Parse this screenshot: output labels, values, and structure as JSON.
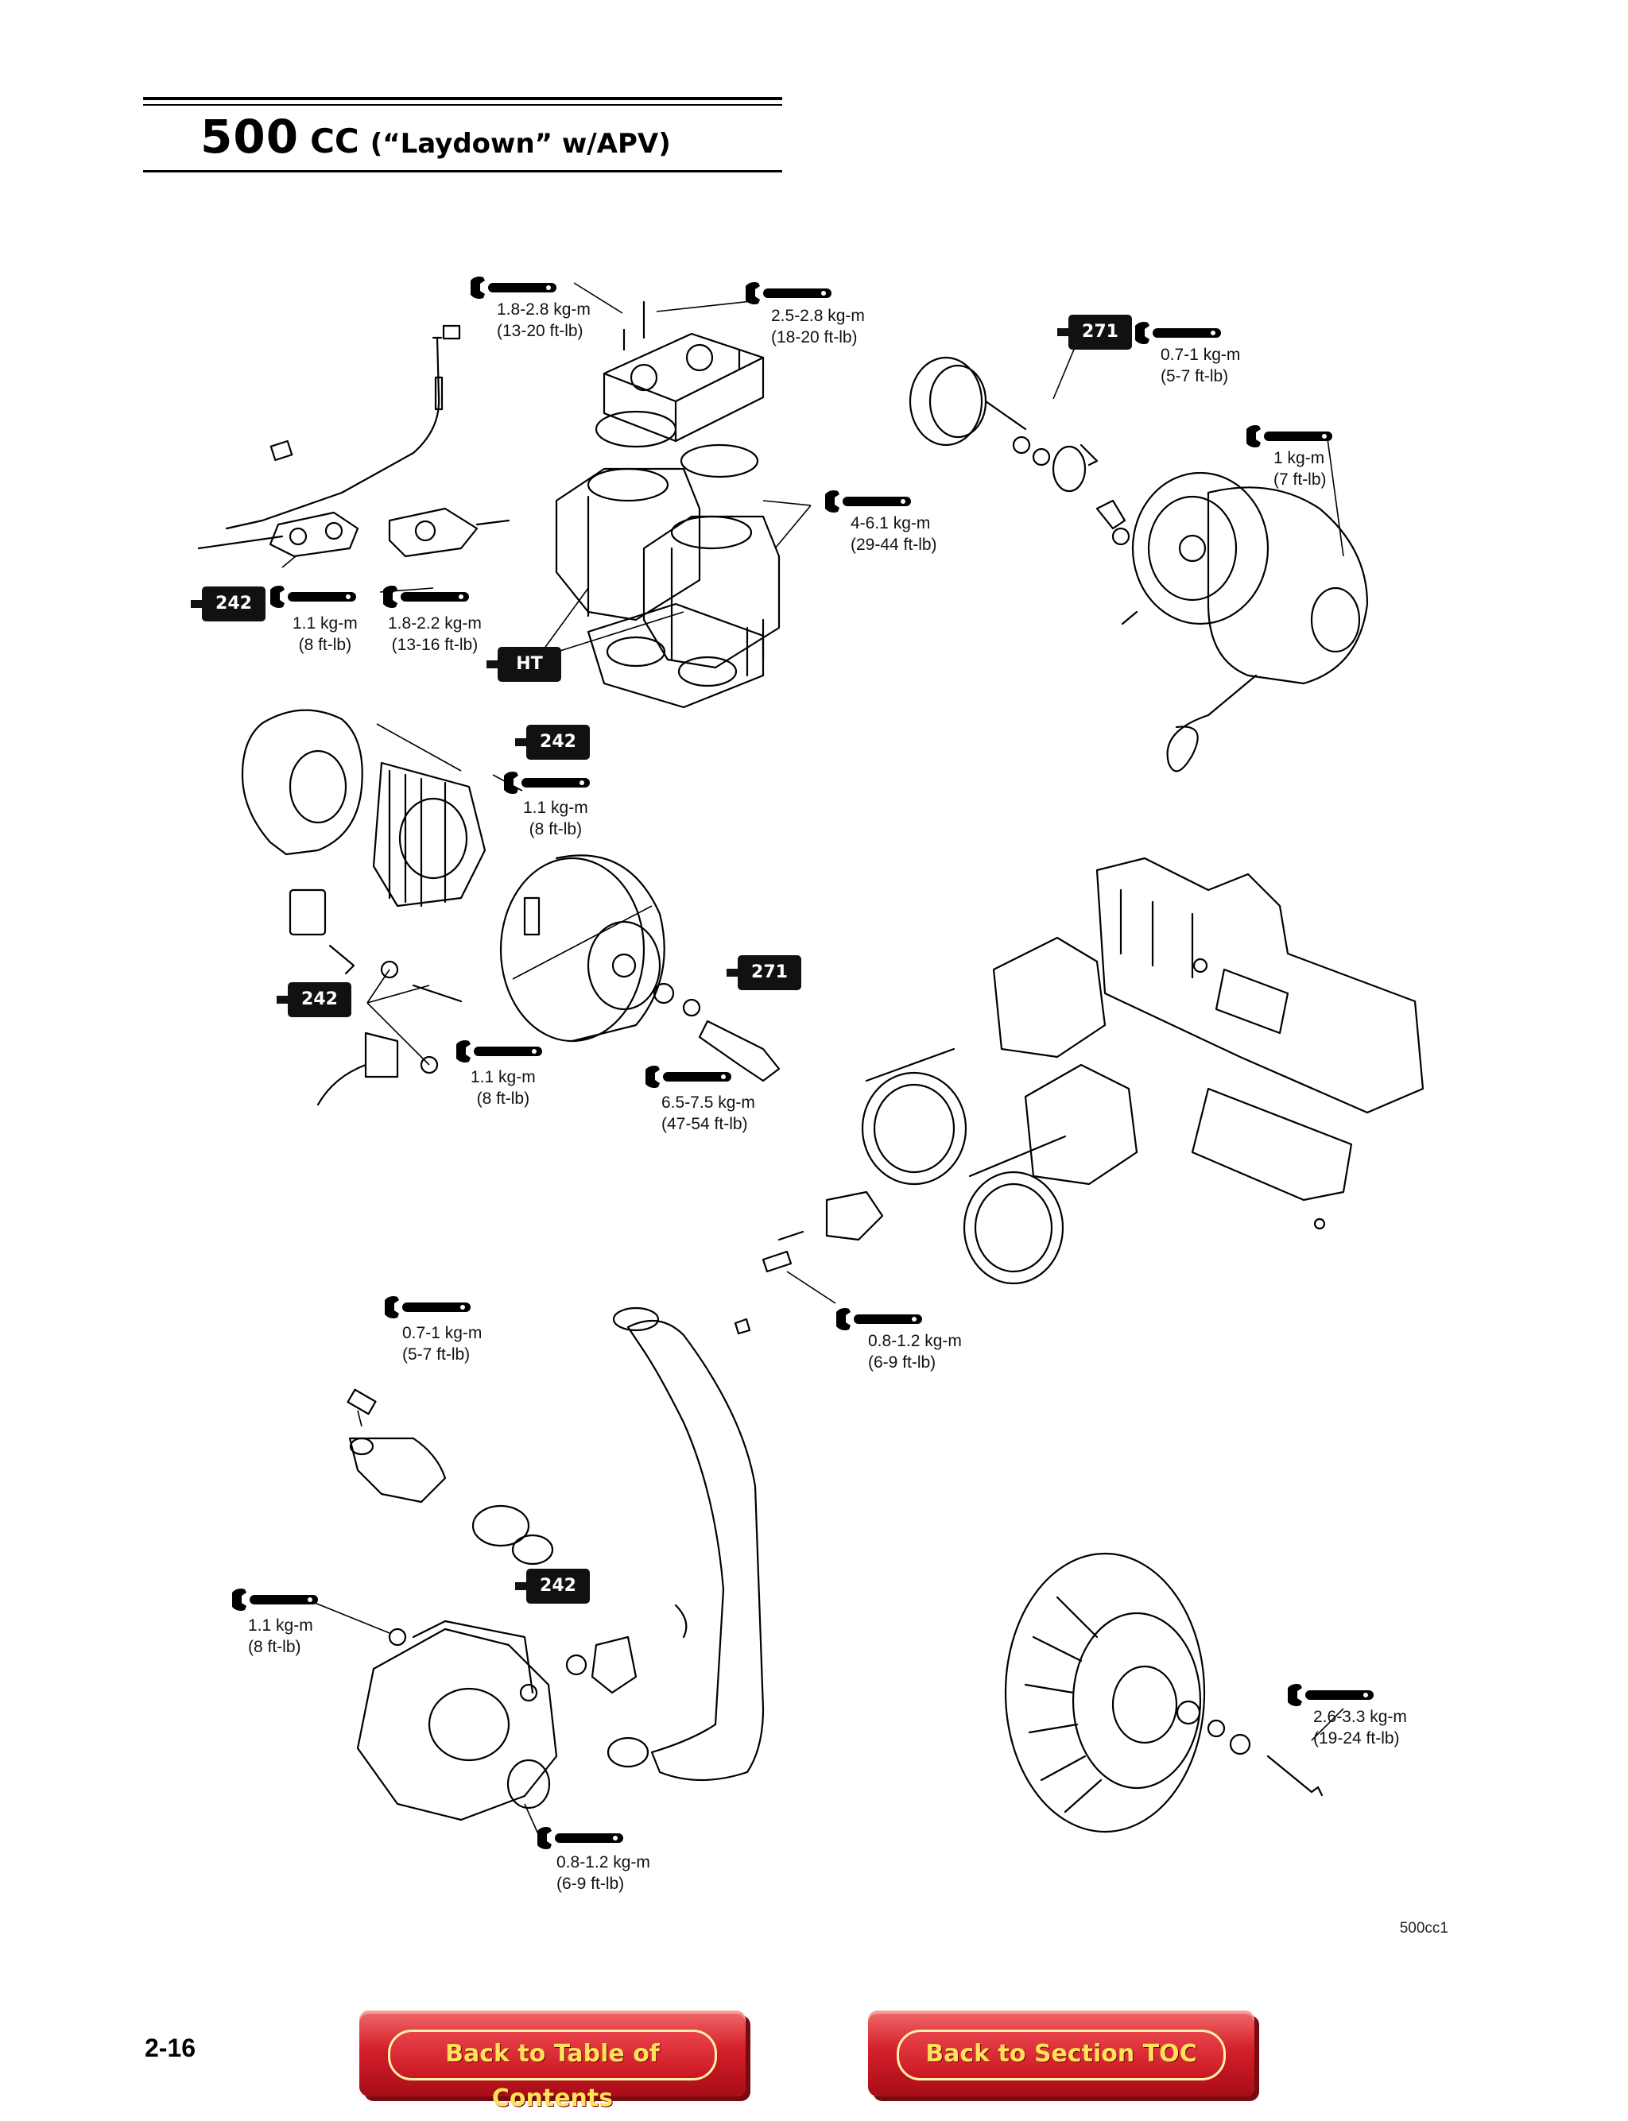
{
  "header": {
    "title_big": "500",
    "title_mid": "CC",
    "title_small": "(“Laydown” w/APV)"
  },
  "callouts": {
    "head_bolts": {
      "metric": "1.8-2.8 kg-m",
      "imperial": "(13-20 ft-lb)"
    },
    "spark_plugs": {
      "metric": "2.5-2.8 kg-m",
      "imperial": "(18-20 ft-lb)"
    },
    "cylinder_nuts": {
      "metric": "4-6.1 kg-m",
      "imperial": "(29-44 ft-lb)"
    },
    "apv_cover_screw": {
      "metric": "1.1 kg-m",
      "imperial": "(8 ft-lb)"
    },
    "apv_bolt": {
      "metric": "1.8-2.2 kg-m",
      "imperial": "(13-16 ft-lb)"
    },
    "rewind_bolt": {
      "metric": "0.7-1 kg-m",
      "imperial": "(5-7 ft-lb)"
    },
    "rewind_cover": {
      "metric": "1 kg-m",
      "imperial": "(7 ft-lb)"
    },
    "stator_screw": {
      "metric": "1.1 kg-m",
      "imperial": "(8 ft-lb)"
    },
    "trigger_coil_screw": {
      "metric": "1.1 kg-m",
      "imperial": "(8 ft-lb)"
    },
    "magneto_bolt": {
      "metric": "6.5-7.5 kg-m",
      "imperial": "(47-54 ft-lb)"
    },
    "intake_bracket_bolt": {
      "metric": "0.8-1.2 kg-m",
      "imperial": "(6-9 ft-lb)"
    },
    "thermostat_bolt": {
      "metric": "0.7-1 kg-m",
      "imperial": "(5-7 ft-lb)"
    },
    "water_pump_screw": {
      "metric": "1.1 kg-m",
      "imperial": "(8 ft-lb)"
    },
    "water_pump_housing": {
      "metric": "0.8-1.2 kg-m",
      "imperial": "(6-9 ft-lb)"
    },
    "drive_pulley_bolt": {
      "metric": "2.6-3.3 kg-m",
      "imperial": "(19-24 ft-lb)"
    }
  },
  "tags": {
    "t242_a": "242",
    "t271_a": "271",
    "tHT": "HT",
    "t242_b": "242",
    "t242_c": "242",
    "t271_b": "271",
    "t242_d": "242"
  },
  "figure_code": "500cc1",
  "page_number": "2-16",
  "nav": {
    "toc_label": "Back to Table of Contents",
    "section_label": "Back to Section TOC"
  }
}
